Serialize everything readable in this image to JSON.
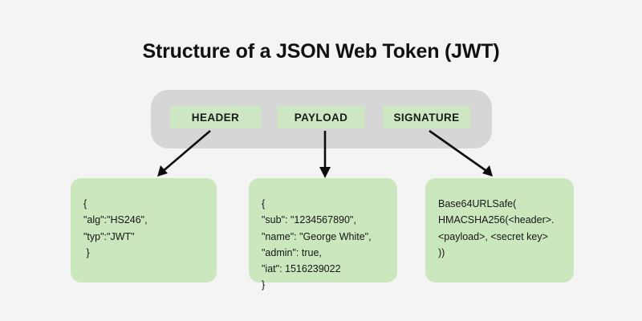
{
  "page": {
    "title": "Structure of a JSON Web Token (JWT)",
    "background_color": "#f4f4f4"
  },
  "colors": {
    "container_gray": "#d6d6d6",
    "chip_green": "#cee7c3",
    "box_green": "#cbe7bd",
    "text_dark": "#161616",
    "arrow_black": "#0d0d0d"
  },
  "token": {
    "segments": [
      {
        "id": "header",
        "label": "HEADER"
      },
      {
        "id": "payload",
        "label": "PAYLOAD"
      },
      {
        "id": "signature",
        "label": "SIGNATURE"
      }
    ]
  },
  "details": {
    "header": {
      "label": "HEADER",
      "code": "{\n\"alg\":\"HS246\",\n\"typ\":\"JWT\"\n }"
    },
    "payload": {
      "label": "PAYLOAD",
      "code": "{\n\"sub\": \"1234567890\",\n\"name\": \"George White\",\n\"admin\": true,\n\"iat\": 1516239022\n}"
    },
    "signature": {
      "label": "SIGNATURE",
      "code": "Base64URLSafe(\nHMACSHA256(<header>.\n<payload>, <secret key>\n))"
    }
  },
  "arrows": [
    {
      "id": "header-arrow",
      "from": "HEADER chip",
      "to": "header detail box",
      "direction": "down-left"
    },
    {
      "id": "payload-arrow",
      "from": "PAYLOAD chip",
      "to": "payload detail box",
      "direction": "down"
    },
    {
      "id": "signature-arrow",
      "from": "SIGNATURE chip",
      "to": "signature detail box",
      "direction": "down-right"
    }
  ]
}
